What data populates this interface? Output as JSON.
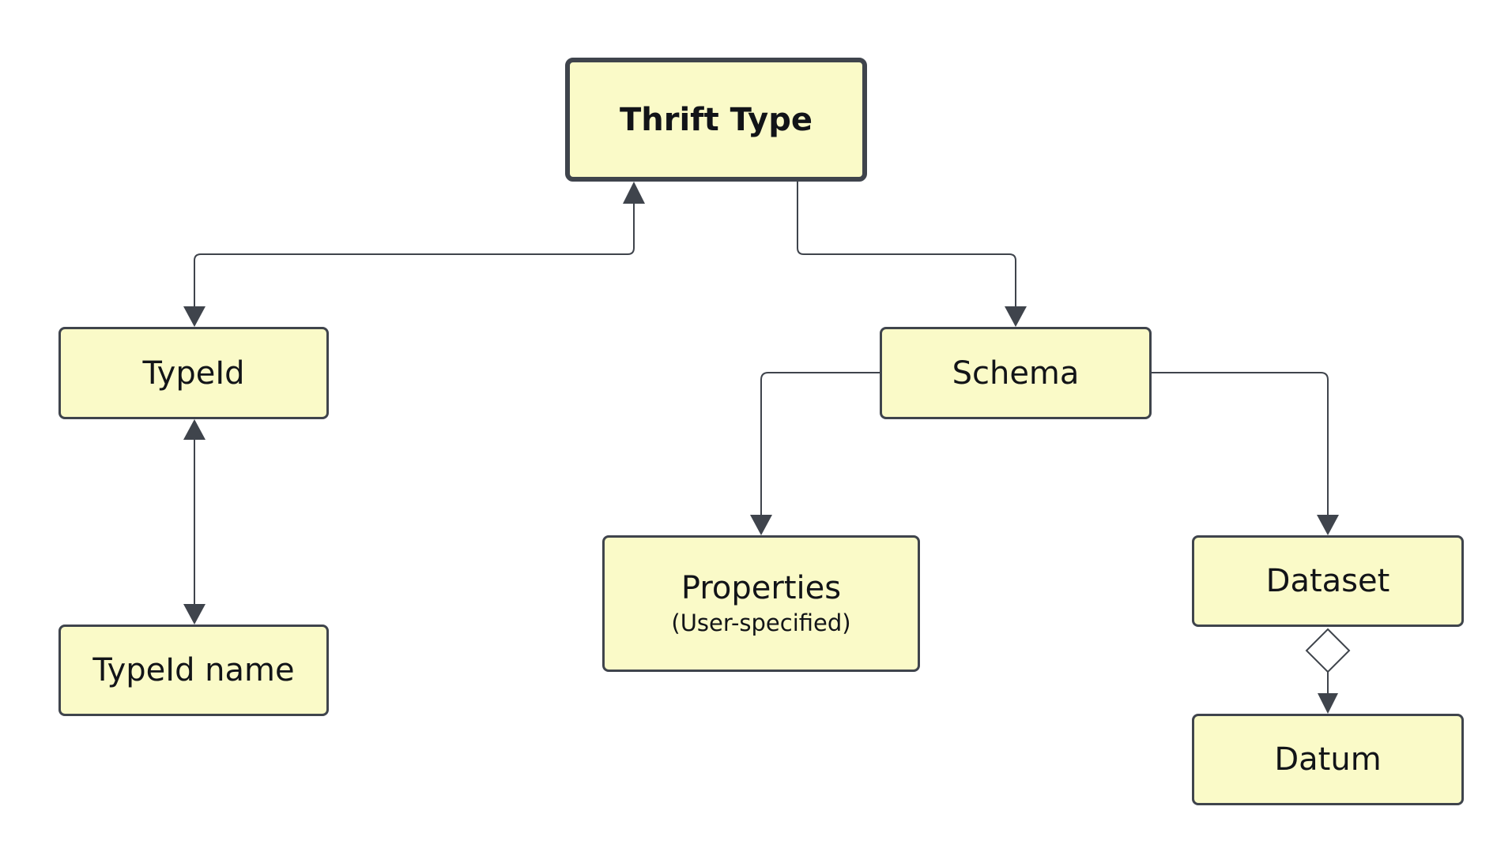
{
  "diagram": {
    "nodes": {
      "thrift_type": {
        "label": "Thrift Type"
      },
      "typeid": {
        "label": "TypeId"
      },
      "typeid_name": {
        "label": "TypeId name"
      },
      "schema": {
        "label": "Schema"
      },
      "properties": {
        "label": "Properties",
        "sublabel": "(User-specified)"
      },
      "dataset": {
        "label": "Dataset"
      },
      "datum": {
        "label": "Datum"
      }
    },
    "edges": [
      {
        "from": "typeid",
        "to": "thrift_type",
        "arrows": "both"
      },
      {
        "from": "thrift_type",
        "to": "schema",
        "arrows": "end"
      },
      {
        "from": "typeid",
        "to": "typeid_name",
        "arrows": "both"
      },
      {
        "from": "schema",
        "to": "properties",
        "arrows": "end"
      },
      {
        "from": "schema",
        "to": "dataset",
        "arrows": "end"
      },
      {
        "from": "dataset",
        "to": "datum",
        "arrows": "end",
        "start_marker": "hollow-diamond"
      }
    ],
    "colors": {
      "node_fill": "#fafac8",
      "node_border": "#3f444c",
      "edge": "#3f444c",
      "text": "#121418"
    }
  }
}
